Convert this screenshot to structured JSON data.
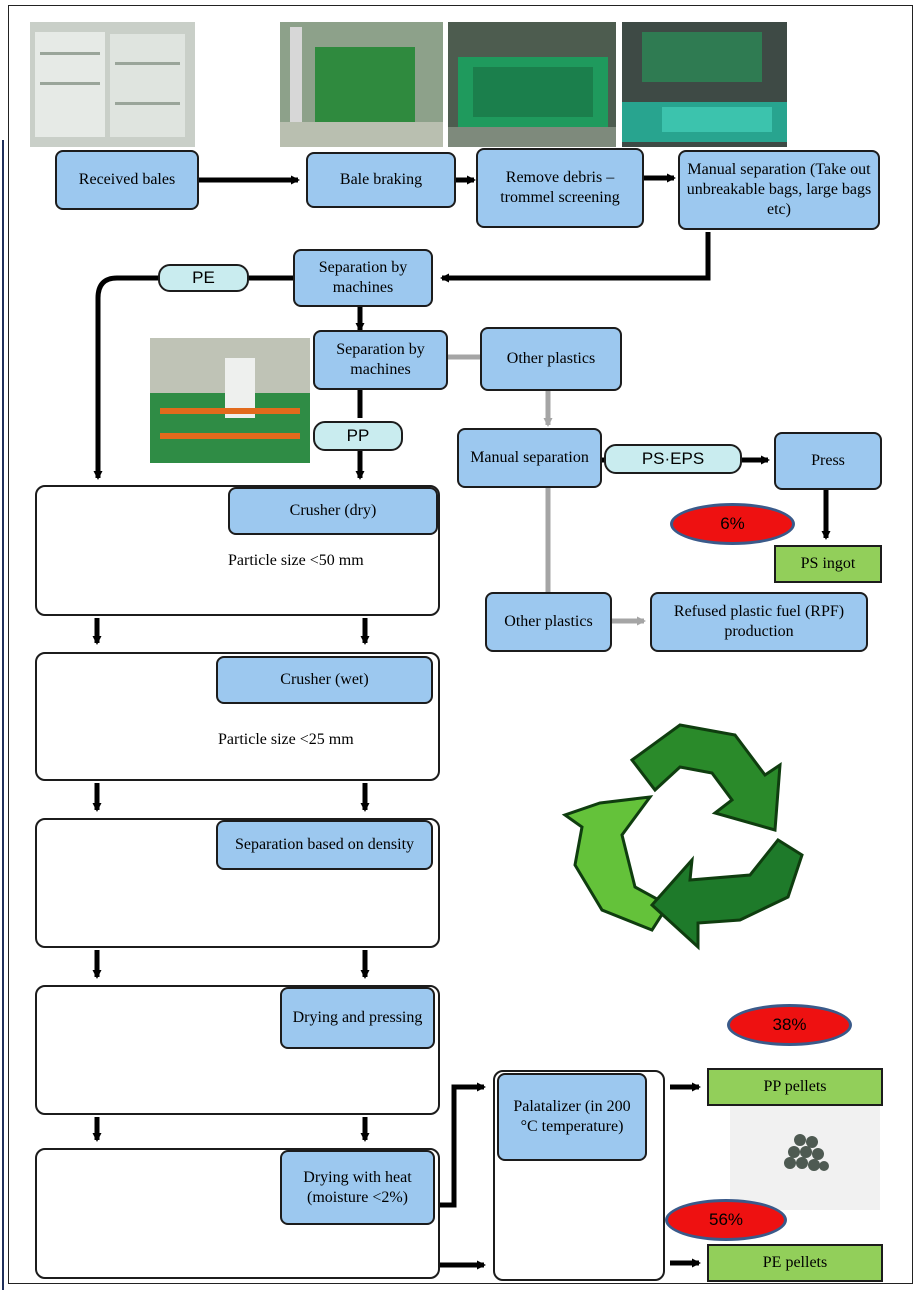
{
  "steps": {
    "received": "Received bales",
    "bale": "Bale braking",
    "debris": "Remove debris –trommel screening",
    "manual": "Manual separation (Take out unbreakable bags, large bags etc)",
    "sep1": "Separation by machines",
    "sep2": "Separation by machines",
    "other1": "Other plastics",
    "manual2": "Manual separation",
    "press": "Press",
    "other2": "Other plastics",
    "rpf": "Refused plastic fuel (RPF) production",
    "crusher_dry": "Crusher (dry)",
    "crusher_wet": "Crusher (wet)",
    "density": "Separation based on density",
    "drying_press": "Drying and pressing",
    "drying_heat": "Drying with heat (moisture <2%)",
    "palatalizer": "Palatalizer (in 200 °C temperature)"
  },
  "labels": {
    "pe": "PE",
    "pp": "PP",
    "ps_eps": "PS·EPS"
  },
  "notes": {
    "dry_size": "Particle size <50 mm",
    "wet_size": "Particle size <25 mm"
  },
  "outputs": {
    "ps_ingot": "PS ingot",
    "pp_pellets": "PP pellets",
    "pe_pellets": "PE pellets"
  },
  "percentages": {
    "ps": "6%",
    "pp": "38%",
    "pe": "56%"
  },
  "colors": {
    "box": "#9cc8ef",
    "pill": "#c9ecef",
    "output": "#92cf5a",
    "badge": "#ee1111",
    "recycle_dark": "#1e7a2a",
    "recycle_light": "#6bc43a"
  },
  "icons": {
    "recycle": "recycle-symbol-icon"
  }
}
